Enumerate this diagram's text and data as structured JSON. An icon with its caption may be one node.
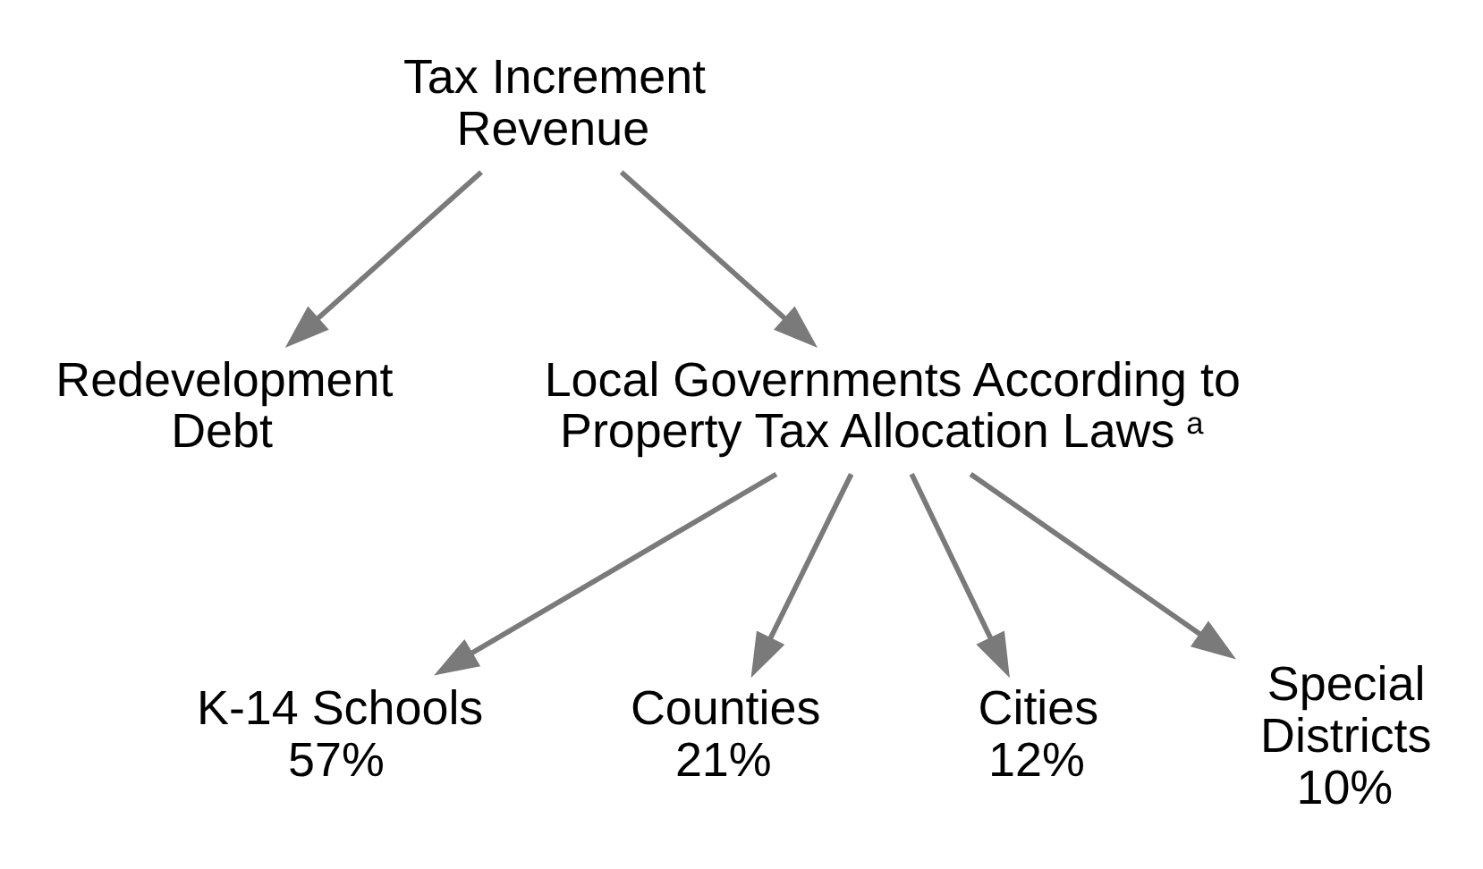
{
  "diagram": {
    "nodes": [
      {
        "text": [
          "Tax Increment Revenue"
        ]
      },
      {
        "text": [
          "Redevelopment Debt"
        ]
      },
      {
        "text": [
          "Local Governments According to Property Tax Allocation Laws$^{a}$"
        ]
      },
      {
        "text": [
          "K-14 Schools",
          "57%"
        ]
      },
      {
        "text": [
          "Counties",
          "21%"
        ]
      },
      {
        "text": [
          "Cities",
          "12%"
        ]
      },
      {
        "text": [
          "Special Districts",
          "10%"
        ]
      }
    ],
    "edges": [
      {
        "from": 0,
        "to": 1,
        "arrow": "to"
      },
      {
        "from": 0,
        "to": 2,
        "arrow": "to"
      },
      {
        "from": 2,
        "to": 3,
        "arrow": "to"
      },
      {
        "from": 2,
        "to": 4,
        "arrow": "to"
      },
      {
        "from": 2,
        "to": 5,
        "arrow": "to"
      },
      {
        "from": 2,
        "to": 6,
        "arrow": "to"
      }
    ]
  }
}
